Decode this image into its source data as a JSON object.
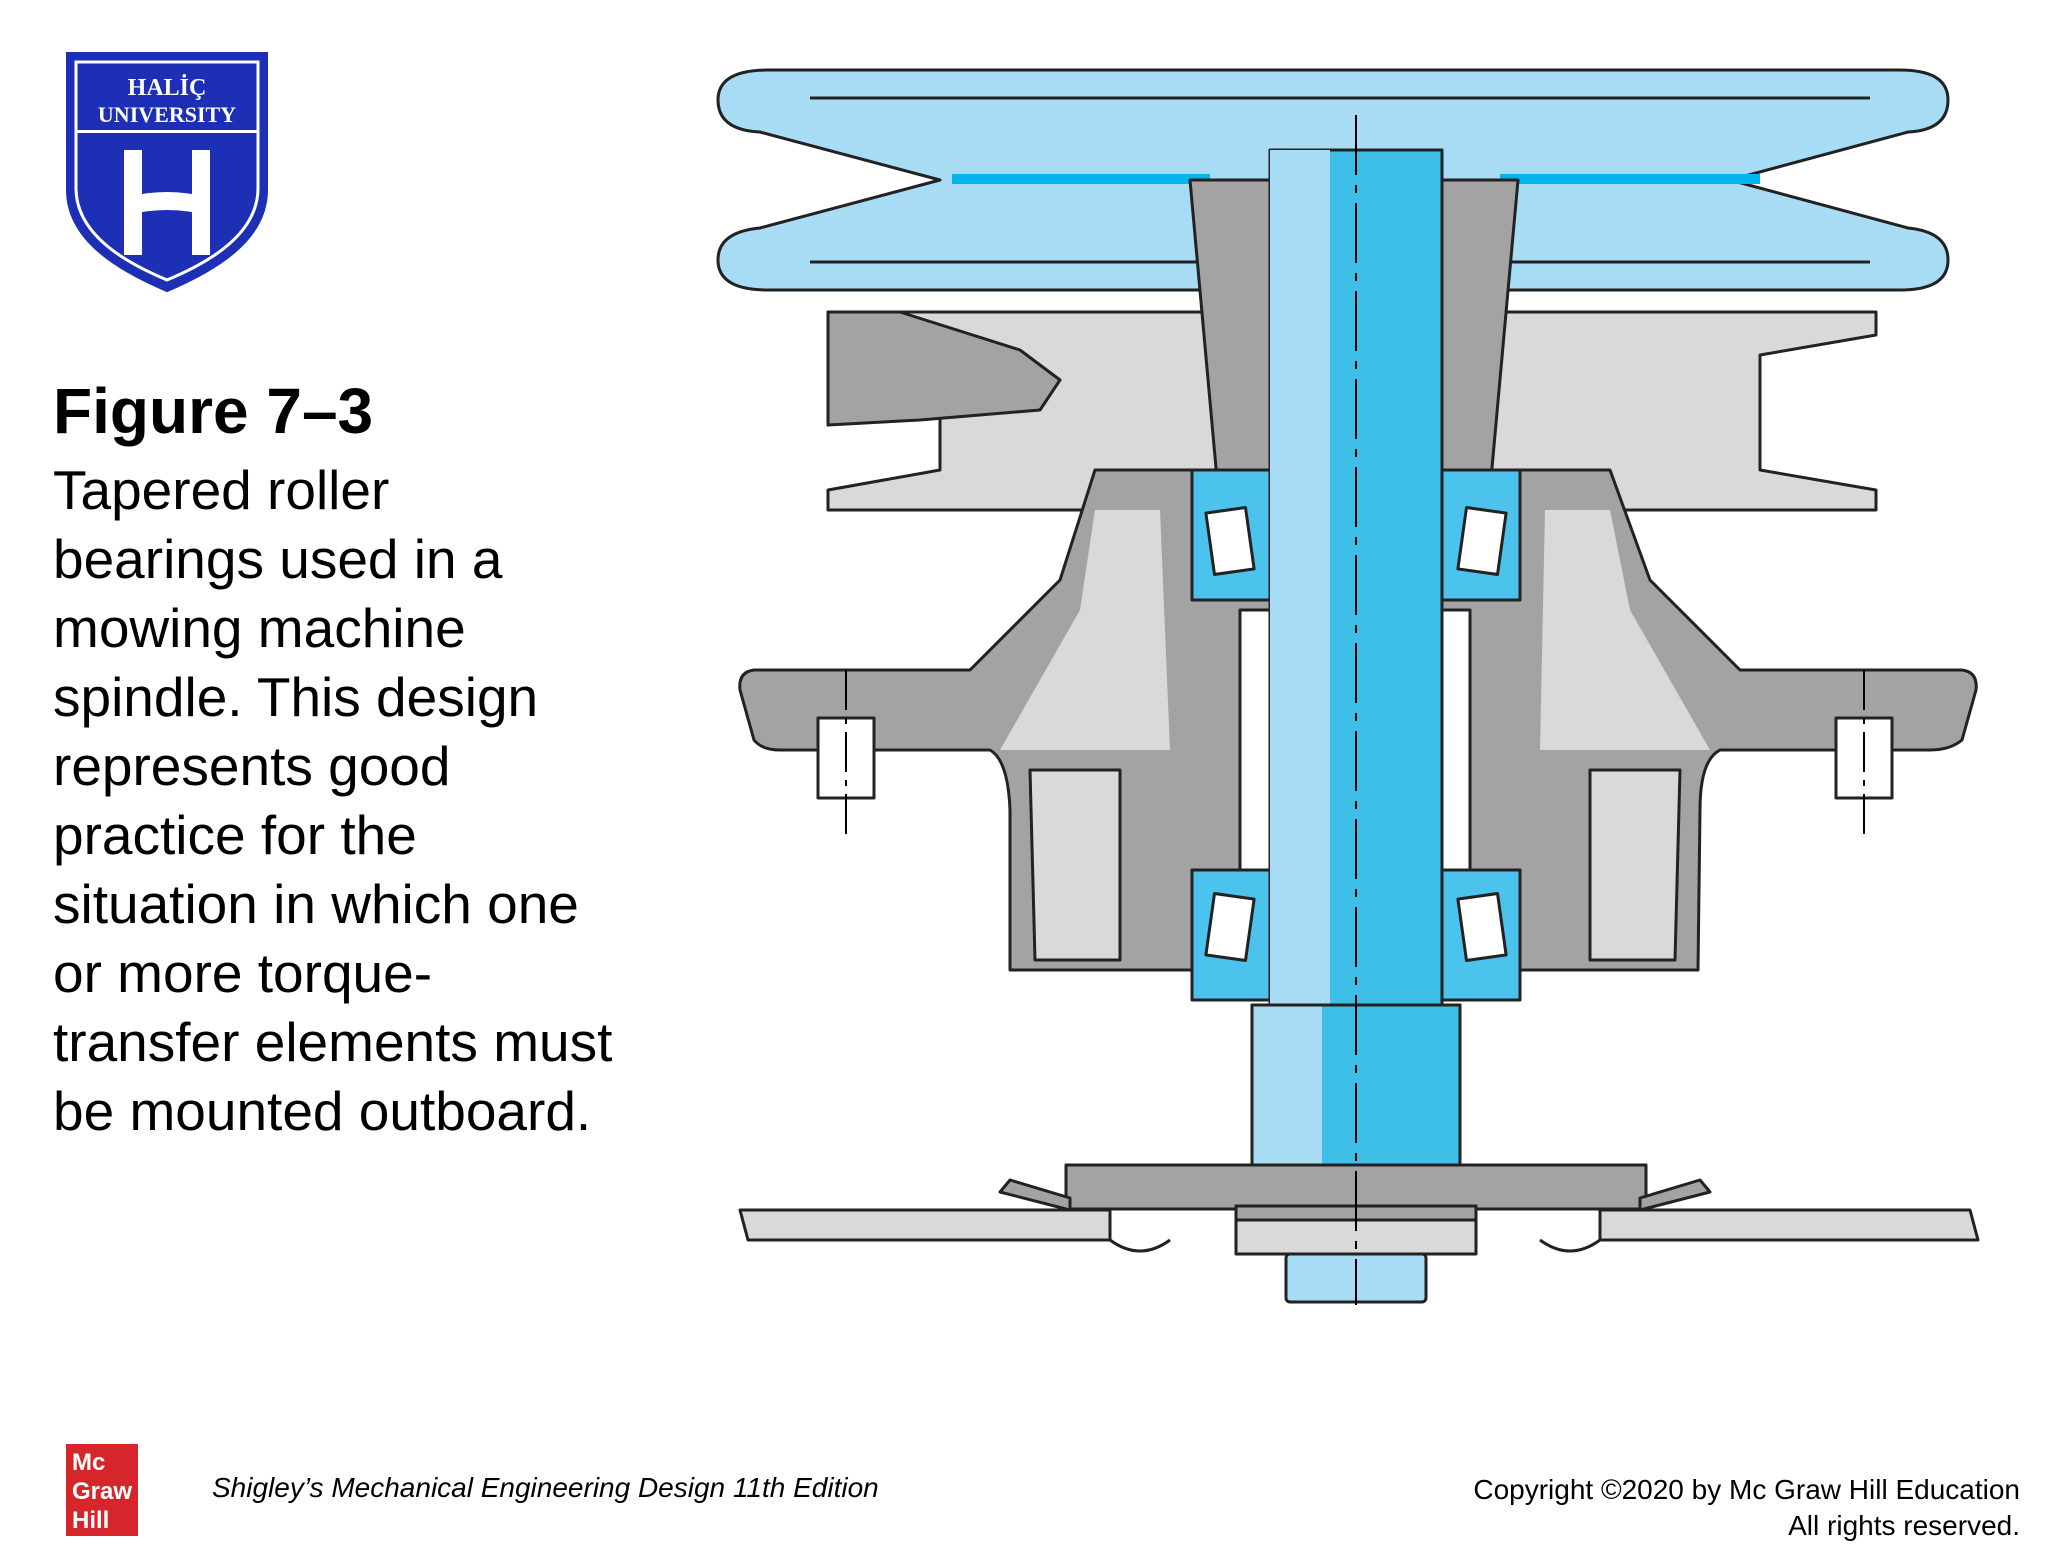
{
  "logo": {
    "line1": "HALİÇ",
    "line2": "UNIVERSITY",
    "colors": {
      "shield": "#1d2fb5",
      "text": "#ffffff"
    }
  },
  "figure": {
    "title": "Figure 7–3",
    "caption": "Tapered roller bearings used in a mowing machine spindle. This design represents good practice for the situation in which one or more torque-transfer elements must be mounted outboard."
  },
  "diagram": {
    "colors": {
      "pulley": "#a8dcf5",
      "shaft": "#3ebfe8",
      "housing": "#a3a3a3",
      "housing_light": "#d9d9d9",
      "bearing": "#4cc3ec",
      "outline": "#222222"
    }
  },
  "footer": {
    "publisher_logo": [
      "Mc",
      "Graw",
      "Hill"
    ],
    "book": "Shigley’s Mechanical Engineering Design 11th Edition",
    "copyright_line1": "Copyright ©2020 by Mc Graw Hill Education",
    "copyright_line2": "All rights reserved."
  }
}
